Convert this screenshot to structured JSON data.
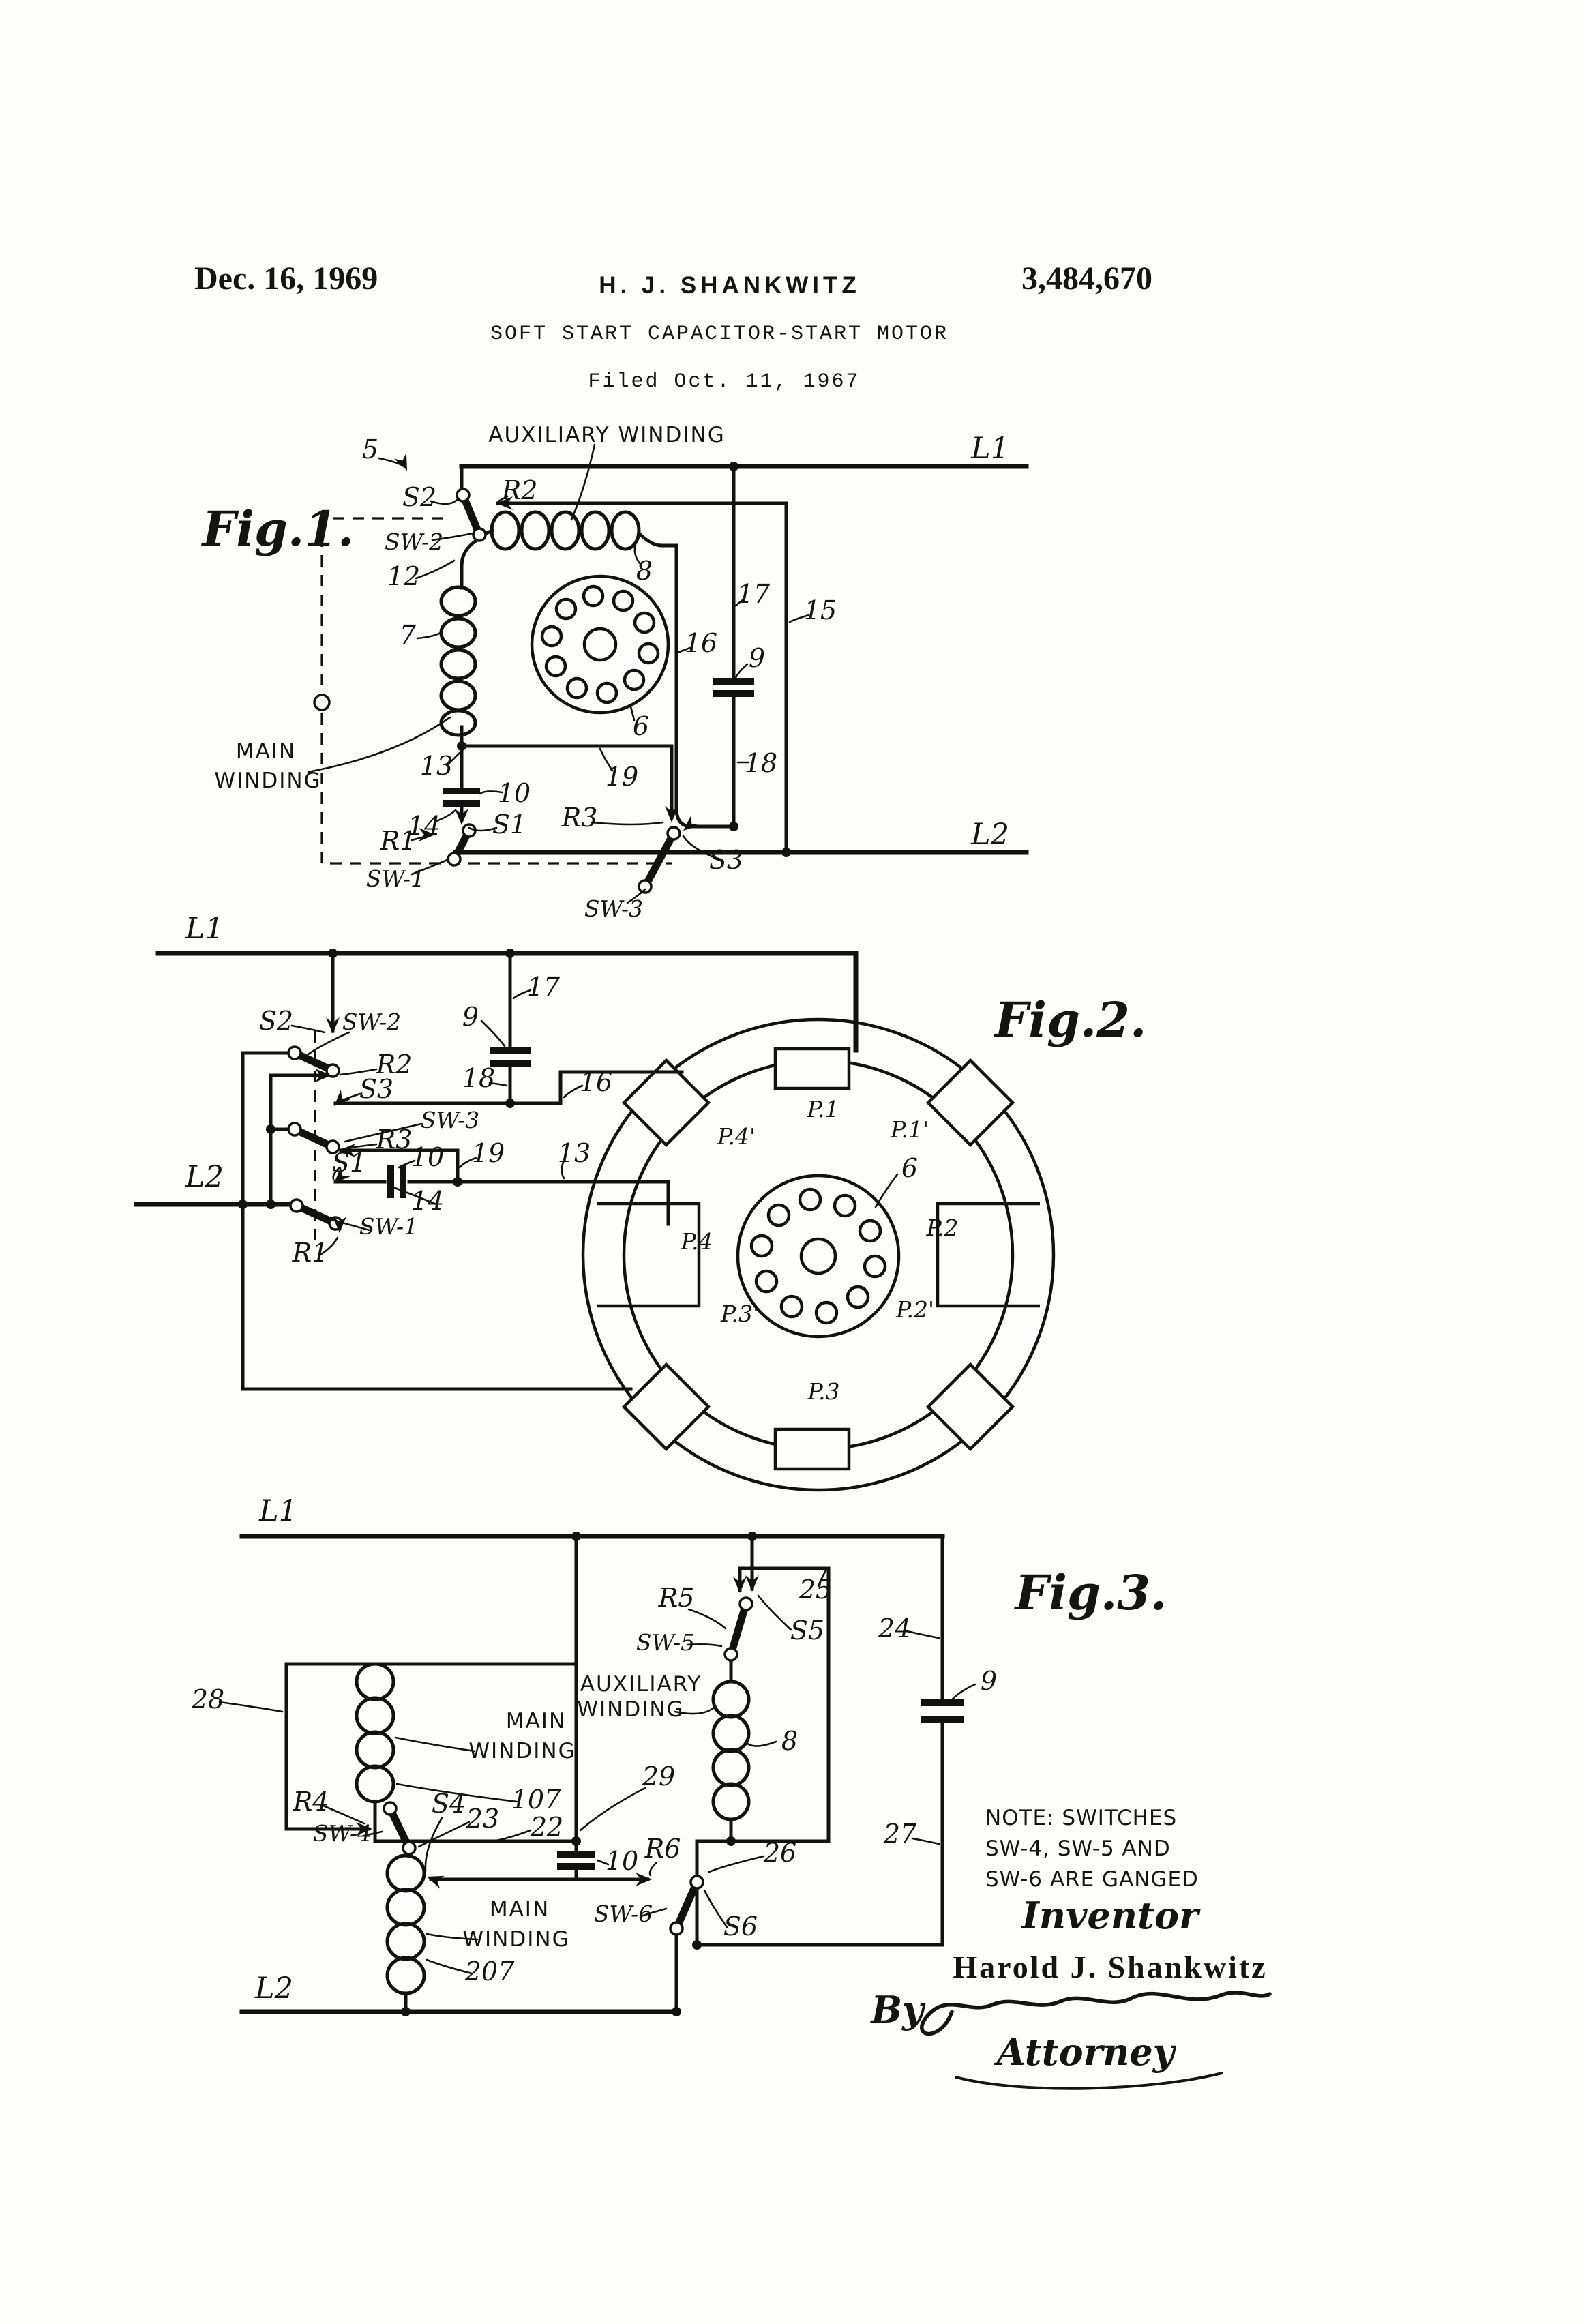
{
  "header": {
    "date": "Dec. 16, 1969",
    "inventor": "H. J. SHANKWITZ",
    "number": "3,484,670",
    "title": "SOFT START CAPACITOR-START MOTOR",
    "filed": "Filed Oct. 11, 1967"
  },
  "fig1": {
    "title": "Fig.1.",
    "labels": {
      "l1": "L1",
      "l2": "L2",
      "ref5": "5",
      "aux": "AUXILIARY WINDING",
      "s2": "S2",
      "r2": "R2",
      "sw2": "SW-2",
      "n12": "12",
      "n7": "7",
      "n8": "8",
      "n17": "17",
      "n15": "15",
      "n16": "16",
      "n9": "9",
      "main1": "MAIN",
      "main2": "WINDING",
      "n13": "13",
      "n6": "6",
      "n10": "10",
      "n19": "19",
      "n18": "18",
      "n14": "14",
      "r1": "R1",
      "s1": "S1",
      "r3": "R3",
      "s3": "S3",
      "sw1": "SW-1",
      "sw3": "SW-3"
    }
  },
  "fig2": {
    "title": "Fig.2.",
    "labels": {
      "l1": "L1",
      "l2": "L2",
      "s2": "S2",
      "sw2": "SW-2",
      "r2": "R2",
      "s3": "S3",
      "sw3": "SW-3",
      "r3": "R3",
      "s1": "S1",
      "n10": "10",
      "n19": "19",
      "n13": "13",
      "n14": "14",
      "sw1": "SW-1",
      "r1": "R1",
      "n17": "17",
      "n9": "9",
      "n18": "18",
      "n16": "16",
      "n6": "6",
      "p1": "P.1",
      "p1p": "P.1'",
      "p2": "P.2",
      "p2p": "P.2'",
      "p3": "P.3",
      "p3p": "P.3'",
      "p4": "P.4",
      "p4p": "P.4'"
    }
  },
  "fig3": {
    "title": "Fig.3.",
    "labels": {
      "l1": "L1",
      "l2": "L2",
      "n28": "28",
      "maina1": "MAIN",
      "maina2": "WINDING",
      "n107": "107",
      "n22": "22",
      "r4": "R4",
      "s4": "S4",
      "sw4": "SW-4",
      "n23": "23",
      "n10": "10",
      "n29": "29",
      "aux1": "AUXILIARY",
      "aux2": "WINDING",
      "n8": "8",
      "r5": "R5",
      "sw5": "SW-5",
      "s5": "S5",
      "n25": "25",
      "n24": "24",
      "n9": "9",
      "r6": "R6",
      "n26": "26",
      "sw6": "SW-6",
      "s6": "S6",
      "n27": "27",
      "mainb1": "MAIN",
      "mainb2": "WINDING",
      "n207": "207"
    },
    "note": {
      "line1": "NOTE: SWITCHES",
      "line2": "SW-4, SW-5 AND",
      "line3": "SW-6 ARE GANGED"
    }
  },
  "signature": {
    "inventor_heading": "Inventor",
    "inventor_name": "Harold J. Shankwitz",
    "by": "By",
    "attorney": "Attorney"
  }
}
